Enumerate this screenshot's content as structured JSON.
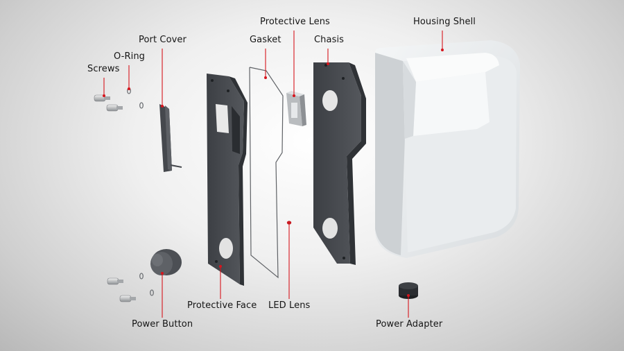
{
  "diagram": {
    "labels": {
      "protective_lens": "Protective Lens",
      "housing_shell": "Housing Shell",
      "port_cover": "Port Cover",
      "gasket": "Gasket",
      "chasis": "Chasis",
      "o_ring": "O-Ring",
      "screws": "Screws",
      "protective_face": "Protective Face",
      "led_lens": "LED Lens",
      "power_button": "Power Button",
      "power_adapter": "Power Adapter"
    },
    "colors": {
      "leader_line": "#d7141c",
      "dark_part": "#4a4d52",
      "light_part": "#eceff1",
      "label_text": "#151515"
    }
  }
}
